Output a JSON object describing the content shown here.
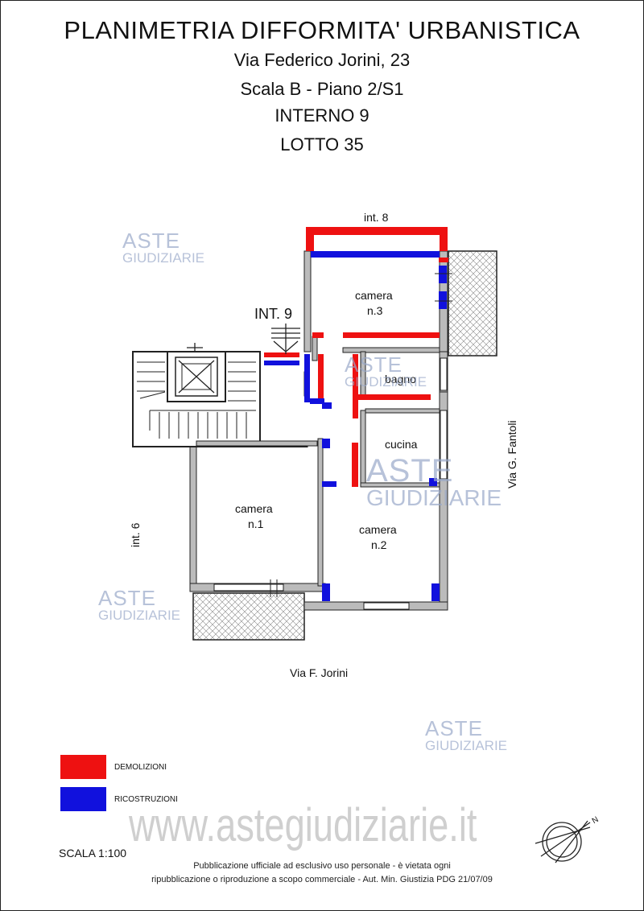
{
  "header": {
    "title": "PLANIMETRIA DIFFORMITA' URBANISTICA",
    "address": "Via Federico Jorini, 23",
    "stair_floor": "Scala B - Piano 2/S1",
    "unit": "INTERNO 9",
    "lot": "LOTTO 35"
  },
  "plan": {
    "neighbor_top": "int. 8",
    "neighbor_left": "int. 6",
    "entrance": "INT. 9",
    "street_right": "Via G. Fantoli",
    "street_bottom": "Via F. Jorini",
    "rooms": {
      "camera3_name": "camera",
      "camera3_num": "n.3",
      "bagno": "bagno",
      "cucina": "cucina",
      "camera1_name": "camera",
      "camera1_num": "n.1",
      "camera2_name": "camera",
      "camera2_num": "n.2"
    }
  },
  "watermark": {
    "brand_top": "ASTE",
    "brand_bottom": "GIUDIZIARIE",
    "site": "www.astegiudiziarie.it"
  },
  "legend": {
    "items": [
      {
        "label": "DEMOLIZIONI",
        "color": "#ee1111"
      },
      {
        "label": "RICOSTRUZIONI",
        "color": "#1111dd"
      }
    ]
  },
  "scale": "SCALA 1:100",
  "compass_label": "N",
  "footer": {
    "line1": "Pubblicazione ufficiale ad esclusivo uso personale - è vietata ogni",
    "line2": "ripubblicazione o riproduzione a scopo commerciale - Aut. Min. Giustizia PDG 21/07/09"
  }
}
